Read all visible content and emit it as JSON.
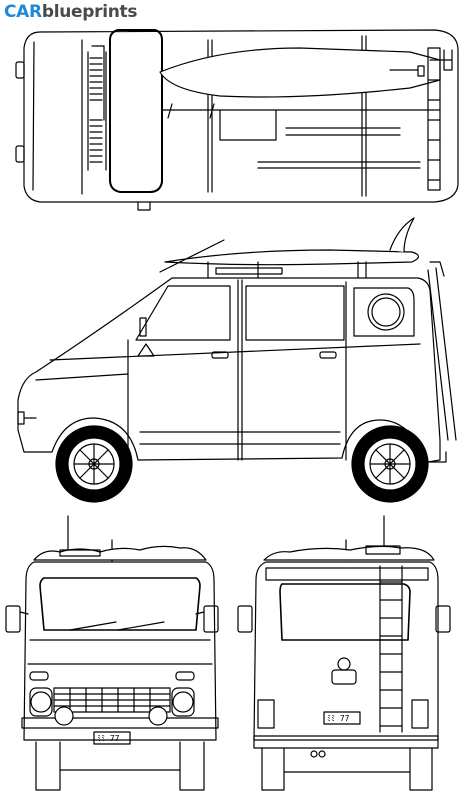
{
  "brand": {
    "part1": "CAR",
    "part2": "blueprints"
  },
  "plates": {
    "front": "ﾐﾐ 77",
    "rear": "ﾐﾐ 77"
  },
  "colors": {
    "line": "#000000",
    "background": "#ffffff",
    "brand_blue": "#1f8ad6",
    "brand_grey": "#4a4a4a"
  },
  "views": [
    "top-view",
    "side-view",
    "front-view",
    "rear-view"
  ]
}
